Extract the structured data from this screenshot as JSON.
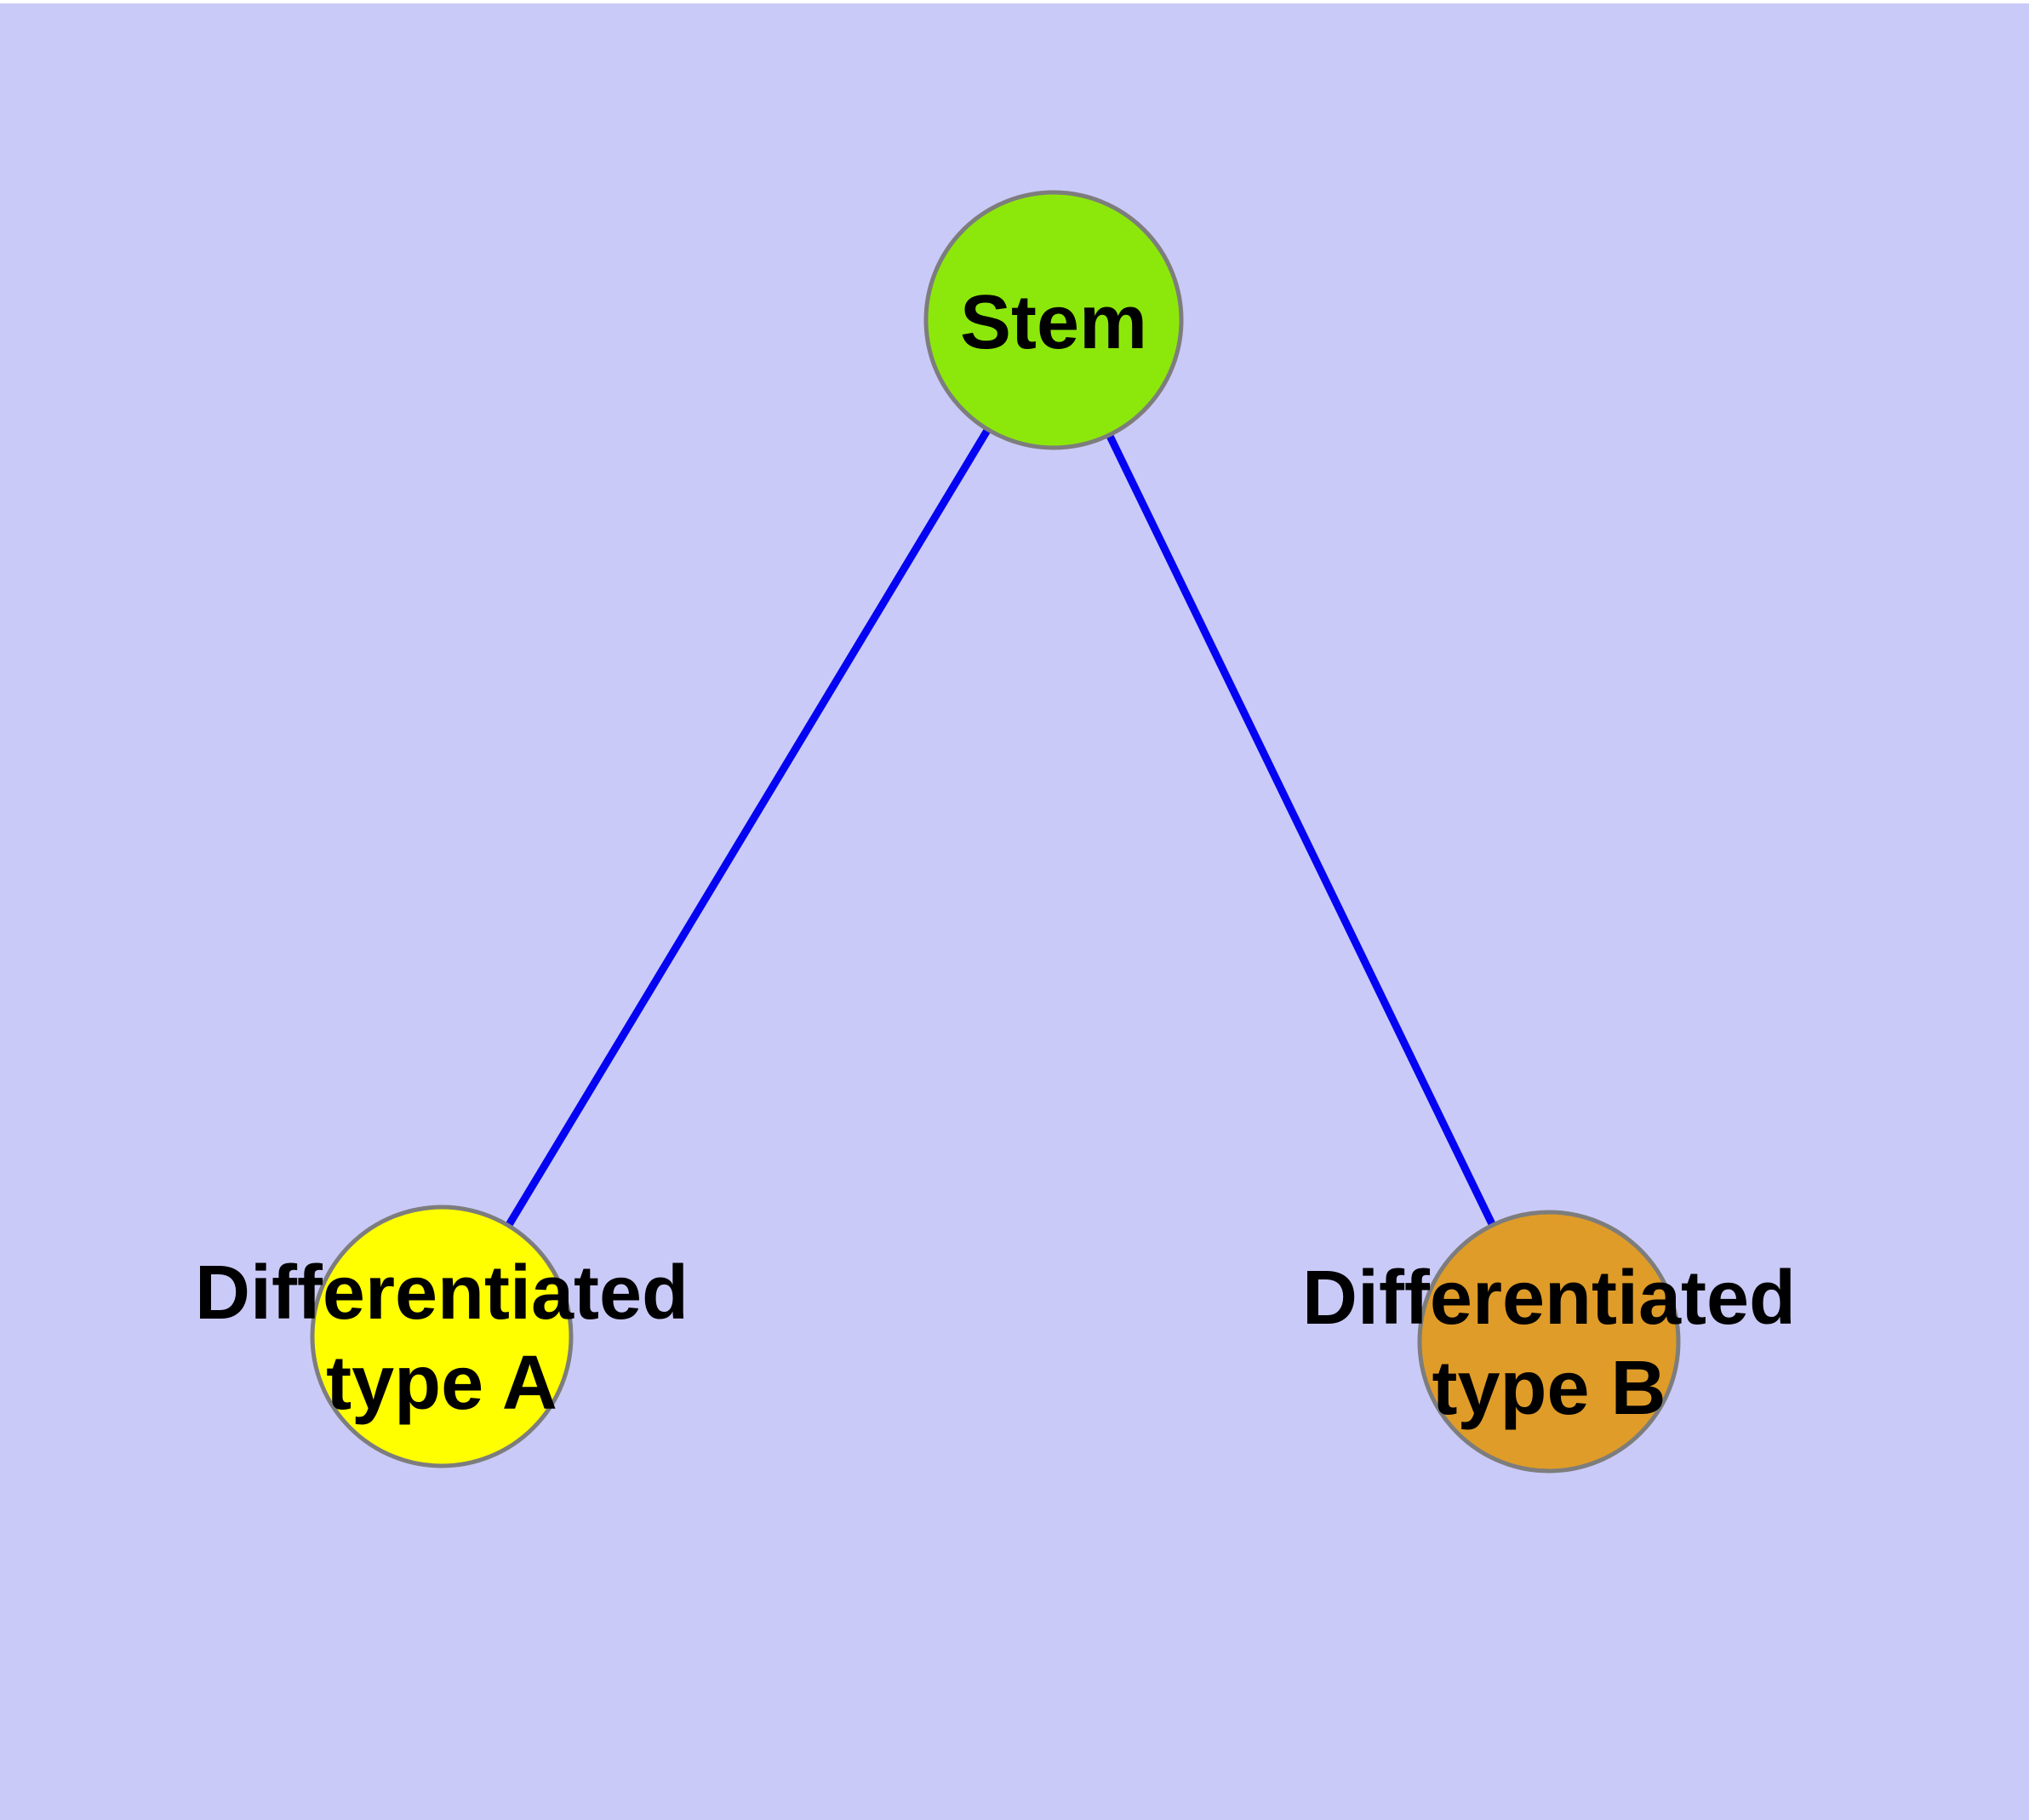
{
  "diagram": {
    "type": "graph",
    "background_color": "#CACAF8",
    "top_margin_color": "#FFFFFF",
    "edge_color": "#0404F2",
    "node_border_color": "#7D7D7D",
    "label_color": "#000000",
    "nodes": [
      {
        "id": "stem",
        "label": "Stem",
        "color": "#8CE80A"
      },
      {
        "id": "differentiated-type-a",
        "label": "Differentiated type A",
        "label_line1": "Differentiated",
        "label_line2": "type A",
        "color": "#FFFF00"
      },
      {
        "id": "differentiated-type-b",
        "label": "Differentiated type B",
        "label_line1": "Differentiated",
        "label_line2": "type B",
        "color": "#E09C28"
      }
    ],
    "edges": [
      {
        "from": "Stem",
        "to": "Differentiated type A"
      },
      {
        "from": "Stem",
        "to": "Differentiated type B"
      }
    ]
  }
}
